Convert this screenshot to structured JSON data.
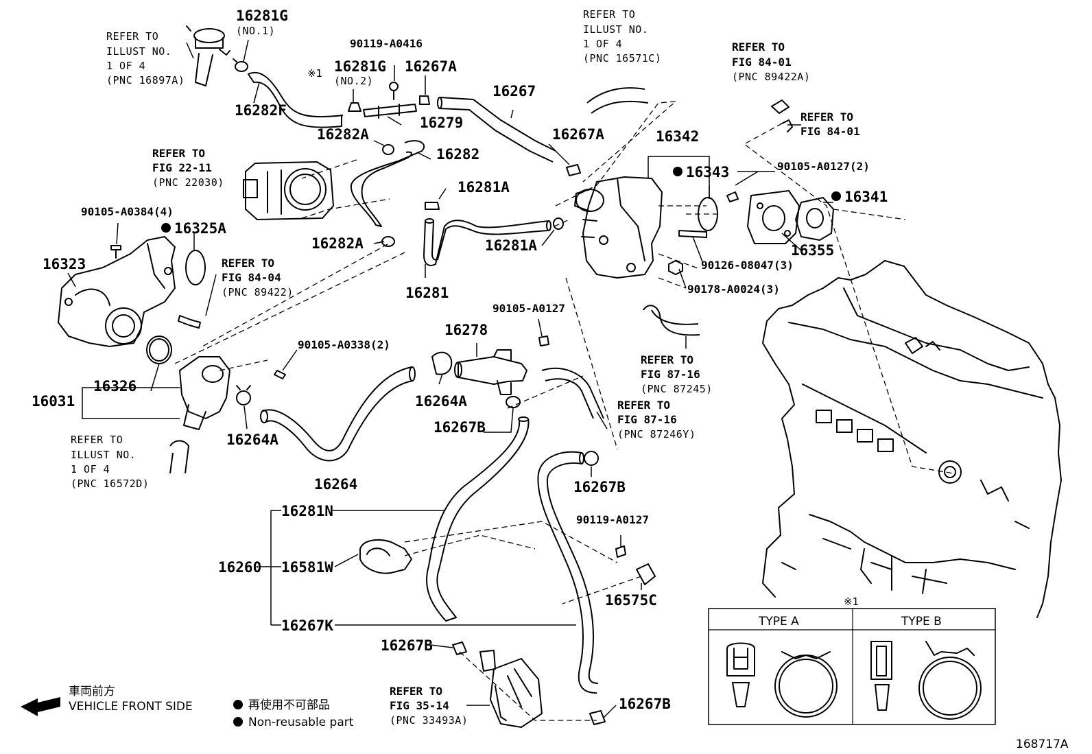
{
  "labels": {
    "p16281G_1": "16281G",
    "p16281G_1_sub": "(NO.1)",
    "ref_16897A_1": "REFER TO",
    "ref_16897A_2": "ILLUST NO.",
    "ref_16897A_3": "1 OF 4",
    "ref_16897A_4": "(PNC 16897A)",
    "p16282F": "16282F",
    "p90119A0416": "90119-A0416",
    "note_mark": "※1",
    "p16281G_2": "16281G",
    "p16281G_2_sub": "(NO.2)",
    "p16267A_top": "16267A",
    "p16279": "16279",
    "p16267": "16267",
    "ref_16571C_1": "REFER TO",
    "ref_16571C_2": "ILLUST NO.",
    "ref_16571C_3": "1 OF 4",
    "ref_16571C_4": "(PNC 16571C)",
    "ref_89422A_1": "REFER TO",
    "ref_89422A_2": "FIG 84-01",
    "ref_89422A_3": "(PNC 89422A)",
    "ref_8401_1": "REFER TO",
    "ref_8401_2": "FIG 84-01",
    "p16282A_top": "16282A",
    "p16282": "16282",
    "p16267A_mid": "16267A",
    "p16342": "16342",
    "p16343": "16343",
    "p90105A0127_2": "90105-A0127(2)",
    "p16341": "16341",
    "ref_22030_1": "REFER TO",
    "ref_22030_2": "FIG 22-11",
    "ref_22030_3": "(PNC 22030)",
    "p16281A_top": "16281A",
    "p90105A0384": "90105-A0384(4)",
    "p16325A": "16325A",
    "p16282A_bot": "16282A",
    "p16281A_mid": "16281A",
    "p16355": "16355",
    "p16323": "16323",
    "ref_89422_1": "REFER TO",
    "ref_89422_2": "FIG 84-04",
    "ref_89422_3": "(PNC 89422)",
    "p90126": "90126-08047(3)",
    "p90178": "90178-A0024(3)",
    "p16281": "16281",
    "p90105A0127": "90105-A0127",
    "p16278": "16278",
    "p90105A0338": "90105-A0338(2)",
    "ref_87245_1": "REFER TO",
    "ref_87245_2": "FIG 87-16",
    "ref_87245_3": "(PNC 87245)",
    "p16326": "16326",
    "p16031": "16031",
    "p16264A_right": "16264A",
    "ref_87246Y_1": "REFER TO",
    "ref_87246Y_2": "FIG 87-16",
    "ref_87246Y_3": "(PNC 87246Y)",
    "p16267B_top": "16267B",
    "p16264A_left": "16264A",
    "ref_16572D_1": "REFER TO",
    "ref_16572D_2": "ILLUST NO.",
    "ref_16572D_3": "1 OF 4",
    "ref_16572D_4": "(PNC 16572D)",
    "p16264": "16264",
    "p16267B_mid": "16267B",
    "p16281N": "16281N",
    "p90119A0127": "90119-A0127",
    "p16260": "16260",
    "p16581W": "16581W",
    "p16575C": "16575C",
    "note_mark_box": "※1",
    "type_a": "TYPE A",
    "type_b": "TYPE B",
    "p16267K": "16267K",
    "p16267B_low": "16267B",
    "ref_33493A_1": "REFER TO",
    "ref_33493A_2": "FIG 35-14",
    "ref_33493A_3": "(PNC 33493A)",
    "p16267B_bot": "16267B",
    "front_jp": "車両前方",
    "front_en": "VEHICLE FRONT SIDE",
    "legend_jp": "再使用不可部品",
    "legend_en": "Non-reusable part",
    "illust_no": "168717A"
  }
}
